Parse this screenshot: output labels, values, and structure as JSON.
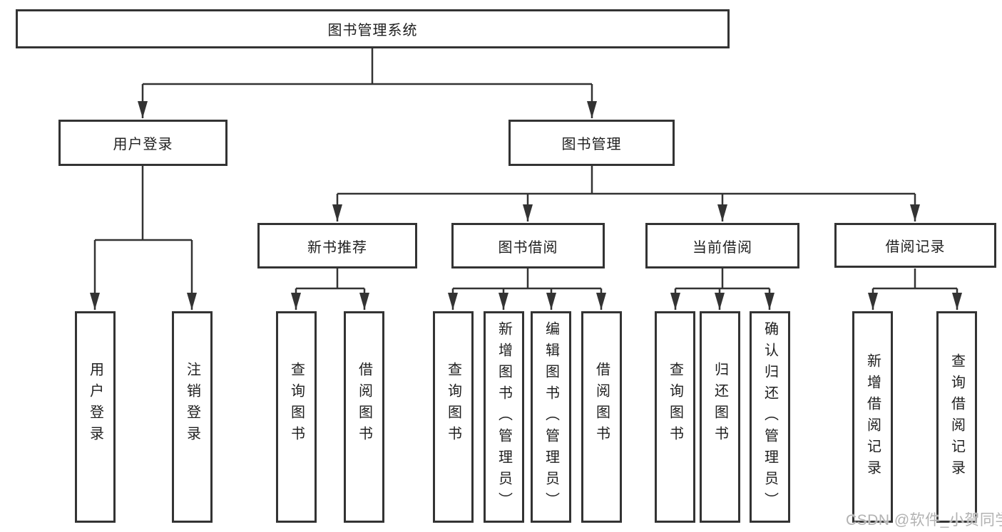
{
  "diagram": {
    "root": {
      "label": "图书管理系统"
    },
    "branches": [
      {
        "label": "用户登录",
        "children": [
          {
            "label": "用户登录"
          },
          {
            "label": "注销登录"
          }
        ]
      },
      {
        "label": "图书管理",
        "children": [
          {
            "label": "新书推荐",
            "children": [
              {
                "label": "查询图书"
              },
              {
                "label": "借阅图书"
              }
            ]
          },
          {
            "label": "图书借阅",
            "children": [
              {
                "label": "查询图书"
              },
              {
                "label": "新增图书（管理员）"
              },
              {
                "label": "编辑图书（管理员）"
              },
              {
                "label": "借阅图书"
              }
            ]
          },
          {
            "label": "当前借阅",
            "children": [
              {
                "label": "查询图书"
              },
              {
                "label": "归还图书"
              },
              {
                "label": "确认归还（管理员）"
              }
            ]
          },
          {
            "label": "借阅记录",
            "children": [
              {
                "label": "新增借阅记录"
              },
              {
                "label": "查询借阅记录"
              }
            ]
          }
        ]
      }
    ]
  },
  "watermark": {
    "text": "CSDN @软件_小贺同学"
  },
  "colors": {
    "line": "#333333",
    "box_border": "#333333",
    "text": "#1f1f1f",
    "background": "#ffffff",
    "watermark": "#b2b2b2"
  }
}
